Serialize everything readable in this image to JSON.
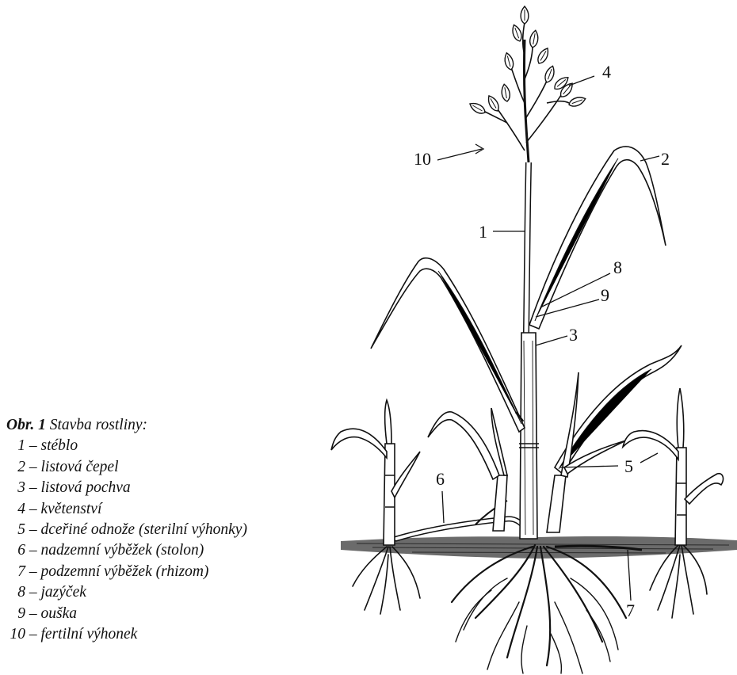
{
  "legend": {
    "figure_label": "Obr. 1",
    "caption": "Stavba rostliny:",
    "items": [
      {
        "num": "1",
        "text": "stéblo"
      },
      {
        "num": "2",
        "text": "listová čepel"
      },
      {
        "num": "3",
        "text": "listová pochva"
      },
      {
        "num": "4",
        "text": "květenství"
      },
      {
        "num": "5",
        "text": "dceřiné odnože (sterilní výhonky)"
      },
      {
        "num": "6",
        "text": "nadzemní výběžek (stolon)"
      },
      {
        "num": "7",
        "text": "podzemní výběžek (rhizom)"
      },
      {
        "num": "8",
        "text": "jazýček"
      },
      {
        "num": "9",
        "text": "ouška"
      },
      {
        "num": "10",
        "text": "fertilní výhonek"
      }
    ],
    "separator": "–"
  },
  "callouts": [
    "1",
    "2",
    "3",
    "4",
    "5",
    "6",
    "7",
    "8",
    "9",
    "10"
  ]
}
